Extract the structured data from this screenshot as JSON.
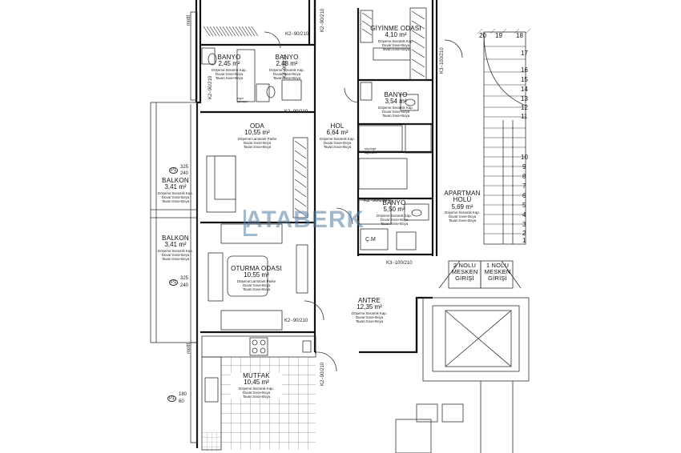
{
  "plan": {
    "rooms": [
      {
        "id": "giyinme",
        "name": "GİYİNME ODASI",
        "area": "4,10 m²",
        "notes": [
          "Döşeme:Seramik Kap.",
          "Duvar:Sıva+Boya",
          "Tavan:Sıva+Boya"
        ]
      },
      {
        "id": "banyo1",
        "name": "BANYO",
        "area": "2,45 m²",
        "notes": [
          "Döşeme:Seramik Kap.",
          "Duvar:Sıva+Boya",
          "Tavan:Sıva+Boya"
        ]
      },
      {
        "id": "banyo2",
        "name": "BANYO",
        "area": "2,48 m²",
        "notes": [
          "Döşeme:Seramik Kap.",
          "Duvar:Sıva+Boya",
          "Tavan:Sıva+Boya"
        ]
      },
      {
        "id": "banyo3",
        "name": "BANYO",
        "area": "3,54 m²",
        "notes": [
          "Döşeme:Seramik Kap.",
          "Duvar:Sıva+Boya",
          "Tavan:Sıva+Boya"
        ]
      },
      {
        "id": "oda",
        "name": "ODA",
        "area": "10,55 m²",
        "notes": [
          "Döşeme:Laminant Parke",
          "Duvar:Sıva+Boya",
          "Tavan:Sıva+Boya"
        ]
      },
      {
        "id": "hol",
        "name": "HOL",
        "area": "6,64 m²",
        "notes": [
          "Döşeme:Seramik Kap.",
          "Duvar:Sıva+Boya",
          "Tavan:Sıva+Boya"
        ]
      },
      {
        "id": "balkon1",
        "name": "BALKON",
        "area": "3,41 m²",
        "notes": [
          "Döşeme:Seramik Kap.",
          "Duvar:Sıva+Boya",
          "Tavan:Sıva+Boya"
        ]
      },
      {
        "id": "balkon2",
        "name": "BALKON",
        "area": "3,41 m²",
        "notes": [
          "Döşeme:Seramik Kap.",
          "Duvar:Sıva+Boya",
          "Tavan:Sıva+Boya"
        ]
      },
      {
        "id": "banyo4",
        "name": "BANYO",
        "area": "5,50 m²",
        "notes": [
          "Döşeme:Seramik Kap.",
          "Duvar:Sıva+Boya",
          "Tavan:Sıva+Boya"
        ]
      },
      {
        "id": "apartman",
        "name": "APARTMAN\nHOLÜ",
        "area": "5,69 m²",
        "notes": [
          "Döşeme:Seramik Kap.",
          "Duvar:Sıva+Boya",
          "Tavan:Sıva+Boya"
        ]
      },
      {
        "id": "oturma",
        "name": "OTURMA ODASI",
        "area": "10,55 m²",
        "notes": [
          "Döşeme:Laminant Parke",
          "Duvar:Sıva+Boya",
          "Tavan:Sıva+Boya"
        ]
      },
      {
        "id": "antre",
        "name": "ANTRE",
        "area": "12,35 m²",
        "notes": [
          "Döşeme:Seramik Kap.",
          "Duvar:Sıva+Boya",
          "Tavan:Sıva+Boya"
        ]
      },
      {
        "id": "mutfak",
        "name": "MUTFAK",
        "area": "10,45 m²",
        "notes": [
          "Döşeme:Seramik Kap.",
          "Duvar:Sıva+Boya",
          "Tavan:Sıva+Boya"
        ]
      }
    ],
    "entrances": [
      "2 NOLU\nMESKEN\nGİRİŞİ",
      "1 NOLU\nMESKEN\nGİRİŞİ"
    ],
    "door_tags": {
      "k2_top": "K2−90/210",
      "k2_banyo": "K2−90/210",
      "k2_oda": "K2−90/210",
      "k2_b4": "K2−90/210",
      "k2_oturma": "K2−90/210",
      "k2_mutfak": "K2−90/210",
      "k3_app": "K3−100/210",
      "k3_antre": "K3−100/210",
      "k2_b1": "K2−90/210",
      "k2_side": "K2−90/210"
    },
    "window_tags": {
      "p1a_label": "P1",
      "p1a_w": "325",
      "p1a_h": "240",
      "p1b_label": "P1",
      "p1b_w": "325",
      "p1b_h": "240",
      "p1c_label": "P1",
      "p1c_w": "180",
      "p1c_h": "60"
    },
    "misc": {
      "cm": "Ç.M",
      "mottl1": "mottl",
      "mottl2": "mottl",
      "supurge": "süpürge\naşpiris-1",
      "esya": "eşya\nçamaşır"
    },
    "stairs": [
      "20",
      "19",
      "18",
      "17",
      "16",
      "15",
      "14",
      "13",
      "12",
      "11",
      "10",
      "9",
      "8",
      "7",
      "6",
      "5",
      "4",
      "3",
      "2",
      "1"
    ],
    "watermark": "ATABERK"
  }
}
